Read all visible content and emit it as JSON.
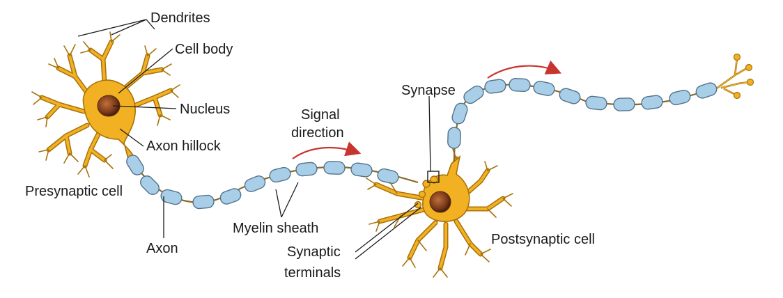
{
  "labels": {
    "dendrites": "Dendrites",
    "cell_body": "Cell body",
    "nucleus": "Nucleus",
    "axon_hillock": "Axon hillock",
    "presynaptic_cell": "Presynaptic cell",
    "axon": "Axon",
    "myelin_sheath": "Myelin sheath",
    "signal_direction_line1": "Signal",
    "signal_direction_line2": "direction",
    "synapse": "Synapse",
    "synaptic_terminals_line1": "Synaptic",
    "synaptic_terminals_line2": "terminals",
    "postsynaptic_cell": "Postsynaptic cell"
  },
  "colors": {
    "cell_fill": "#f2b023",
    "cell_outline": "#a8720a",
    "nucleus_fill": "#7a3a1a",
    "myelin_fill": "#a9cfe8",
    "myelin_outline": "#52728c",
    "arrow": "#c8352e",
    "text": "#1a1a1a"
  }
}
